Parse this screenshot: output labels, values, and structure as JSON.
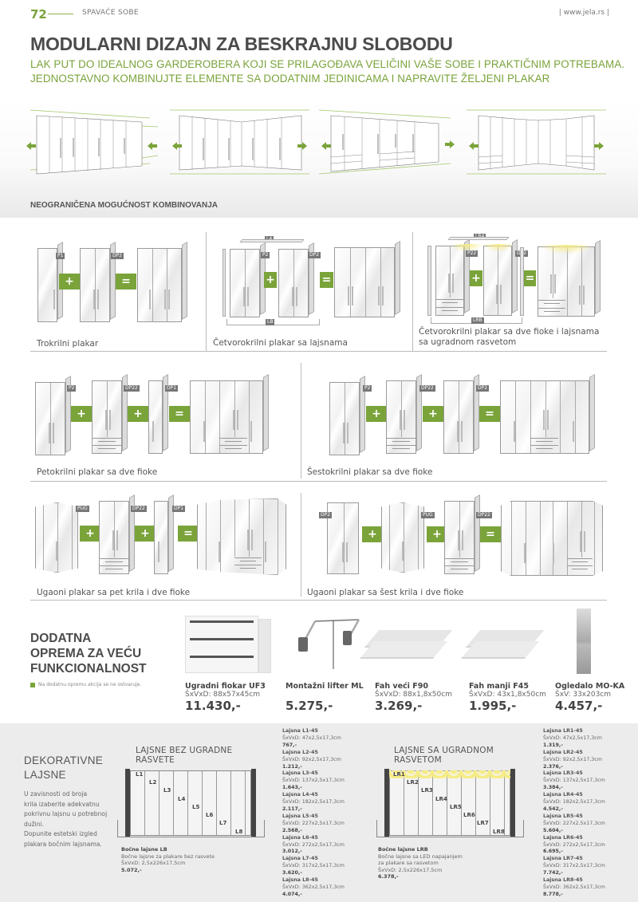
{
  "header": {
    "page_number": "72",
    "section": "SPAVAĆE SOBE",
    "website": "| www.jela.rs |",
    "accent_color": "#7aa33a"
  },
  "hero": {
    "title": "MODULARNI DIZAJN ZA BESKRAJNU SLOBODU",
    "subtitle_line1": "LAK PUT DO IDEALNOG GARDEROBERA KOJI SE PRILAGOĐAVA VELIČINI VAŠE SOBE I PRAKTIČNIM POTREBAMA.",
    "subtitle_line2": "JEDNOSTAVNO KOMBINUJTE ELEMENTE SA DODATNIM JEDINICAMA I NAPRAVITE ŽELJENI PLAKAR",
    "caption": "NEOGRANIČENA MOGUĆNOST KOMBINOVANJA",
    "illustrations": [
      {
        "type": "straight-8-door",
        "arrows": [
          "left",
          "right"
        ]
      },
      {
        "type": "corner-8-door",
        "arrows": [
          "left",
          "right"
        ]
      },
      {
        "type": "straight-with-drawers",
        "arrows": [
          "left",
          "right"
        ]
      },
      {
        "type": "u-shape-with-drawers",
        "arrows": [
          "left",
          "right"
        ]
      }
    ],
    "arrow_icon": "green-arrow-icon"
  },
  "combinations": [
    {
      "label": "Trokrilni plakar",
      "parts": [
        "P1",
        "DP2"
      ],
      "operators": [
        "+",
        "="
      ]
    },
    {
      "label": "Četvorokrilni plakar sa lajsnama",
      "parts": [
        "P2",
        "DP2"
      ],
      "extra_tags": [
        "L4",
        "LB"
      ],
      "operators": [
        "+",
        "="
      ]
    },
    {
      "label": "Četvorokrilni plakar sa dve fioke i lajsnama sa ugradnom rasvetom",
      "parts": [
        "P22",
        "DP2"
      ],
      "extra_tags": [
        "LR4",
        "LRB"
      ],
      "operators": [
        "+",
        "="
      ]
    },
    {
      "label": "Petokrilni plakar sa dve fioke",
      "parts": [
        "P2",
        "DP22",
        "DP1"
      ],
      "operators": [
        "+",
        "+",
        "="
      ]
    },
    {
      "label": "Šestokrilni plakar sa dve fioke",
      "parts": [
        "P2",
        "DP22",
        "DP2"
      ],
      "operators": [
        "+",
        "+",
        "="
      ]
    },
    {
      "label": "Ugaoni  plakar sa pet krila i dve fioke",
      "parts": [
        "PUG",
        "DP22",
        "DP1"
      ],
      "operators": [
        "+",
        "+",
        "="
      ]
    },
    {
      "label": "Ugaoni  plakar sa šest krila i dve fioke",
      "parts": [
        "DP2",
        "PUG",
        "DP22"
      ],
      "operators": [
        "+",
        "+",
        "="
      ]
    }
  ],
  "extras": {
    "title_lines": [
      "DODATNA",
      "OPREMA ZA VEĆU",
      "FUNKCIONALNOST"
    ],
    "note": "Na dodatnu opremu akcija se ne ostvaruje.",
    "products": [
      {
        "name": "Ugradni fiokar UF3",
        "dims": "ŠxVxD: 88x57x45cm",
        "price": "11.430,-",
        "icon": "drawer-unit-icon"
      },
      {
        "name": "Montažni lifter ML",
        "dims": "",
        "price": "5.275,-",
        "icon": "wardrobe-lift-icon"
      },
      {
        "name": "Fah veći F90",
        "dims": "ŠxVxD: 88x1,8x50cm",
        "price": "3.269,-",
        "icon": "shelf-large-icon"
      },
      {
        "name": "Fah manji F45",
        "dims": "ŠxVxD: 43x1,8x50cm",
        "price": "1.995,-",
        "icon": "shelf-small-icon"
      },
      {
        "name": "Ogledalo MO-KA",
        "dims": "ŠxV: 33x203cm",
        "price": "4.457,-",
        "icon": "mirror-icon"
      }
    ]
  },
  "trims": {
    "title_lines": [
      "DEKORATIVNE",
      "LAJSNE"
    ],
    "body_lines": [
      "U zavisnosti od broja",
      "krila izaberite adekvatnu",
      "pokrivnu lajsnu u potrebnoj",
      "dužini.",
      "Dopunite estetski izgled",
      "plakara bočnim lajsnama."
    ],
    "without_light": {
      "heading_lines": [
        "LAJSNE BEZ UGRADNE",
        "RASVETE"
      ],
      "diagram_labels": [
        "L1",
        "L2",
        "L3",
        "L4",
        "L5",
        "L6",
        "L7",
        "L8"
      ],
      "side": {
        "name": "Bočne lajsne LB",
        "desc": "Bočne lajsne za plakare bez rasvete",
        "dims": "ŠxVxD: 2,5x226x17,5cm",
        "price": "5.072,-"
      },
      "items": [
        {
          "name": "Lajsna L1-45",
          "dims": "ŠxVxD: 47x2,5x17,3cm",
          "price": "767,-"
        },
        {
          "name": "Lajsna L2-45",
          "dims": "ŠxVxD: 92x2,5x17,3cm",
          "price": "1.212,-"
        },
        {
          "name": "Lajsna L3-45",
          "dims": "ŠxVxD: 137x2,5x17,3cm",
          "price": "1.643,-"
        },
        {
          "name": "Lajsna L4-45",
          "dims": "ŠxVxD: 182x2,5x17,3cm",
          "price": "2.117,-"
        },
        {
          "name": "Lajsna L5-45",
          "dims": "ŠxVxD: 227x2,5x17,3cm",
          "price": "2.568,-"
        },
        {
          "name": "Lajsna L6-45",
          "dims": "ŠxVxD: 272x2,5x17,3cm",
          "price": "3.012,-"
        },
        {
          "name": "Lajsna L7-45",
          "dims": "ŠxVxD: 317x2,5x17,3cm",
          "price": "3.620,-"
        },
        {
          "name": "Lajsna L8-45",
          "dims": "ŠxVxD: 362x2,5x17,3cm",
          "price": "4.074,-"
        }
      ]
    },
    "with_light": {
      "heading_lines": [
        "LAJSNE SA UGRADNOM",
        "RASVETOM"
      ],
      "diagram_labels": [
        "LR1",
        "LR2",
        "LR3",
        "LR4",
        "LR5",
        "LR6",
        "LR7",
        "LR8"
      ],
      "side": {
        "name": "Bočne lajsne LRB",
        "desc1": "Bočne lajsne sa LED napajanjem",
        "desc2": "za plakare sa rasvetom",
        "dims": "ŠxVxD: 2,5x226x17,5cm",
        "price": "6.378,-"
      },
      "items": [
        {
          "name": "Lajsna LR1-45",
          "dims": "ŠxVxD: 47x2,5x17,3cm",
          "price": "1.319,-"
        },
        {
          "name": "Lajsna LR2-45",
          "dims": "ŠxVxD: 92x2,5x17,3cm",
          "price": "2.376,-"
        },
        {
          "name": "Lajsna LR3-45",
          "dims": "ŠxVxD: 137x2,5x17,3cm",
          "price": "3.384,-"
        },
        {
          "name": "Lajsna LR4-45",
          "dims": "ŠxVxD: 182x2,5x17,3cm",
          "price": "4.542,-"
        },
        {
          "name": "Lajsna LR5-45",
          "dims": "ŠxVxD: 227x2,5x17,3cm",
          "price": "5.604,-"
        },
        {
          "name": "Lajsna LR6-45",
          "dims": "ŠxVxD: 272x2,5x17,3cm",
          "price": "6.695,-"
        },
        {
          "name": "Lajsna LR7-45",
          "dims": "ŠxVxD: 317x2,5x17,3cm",
          "price": "7.742,-"
        },
        {
          "name": "Lajsna LR8-45",
          "dims": "ŠxVxD: 362x2,5x17,3cm",
          "price": "8.778,-"
        }
      ]
    }
  }
}
